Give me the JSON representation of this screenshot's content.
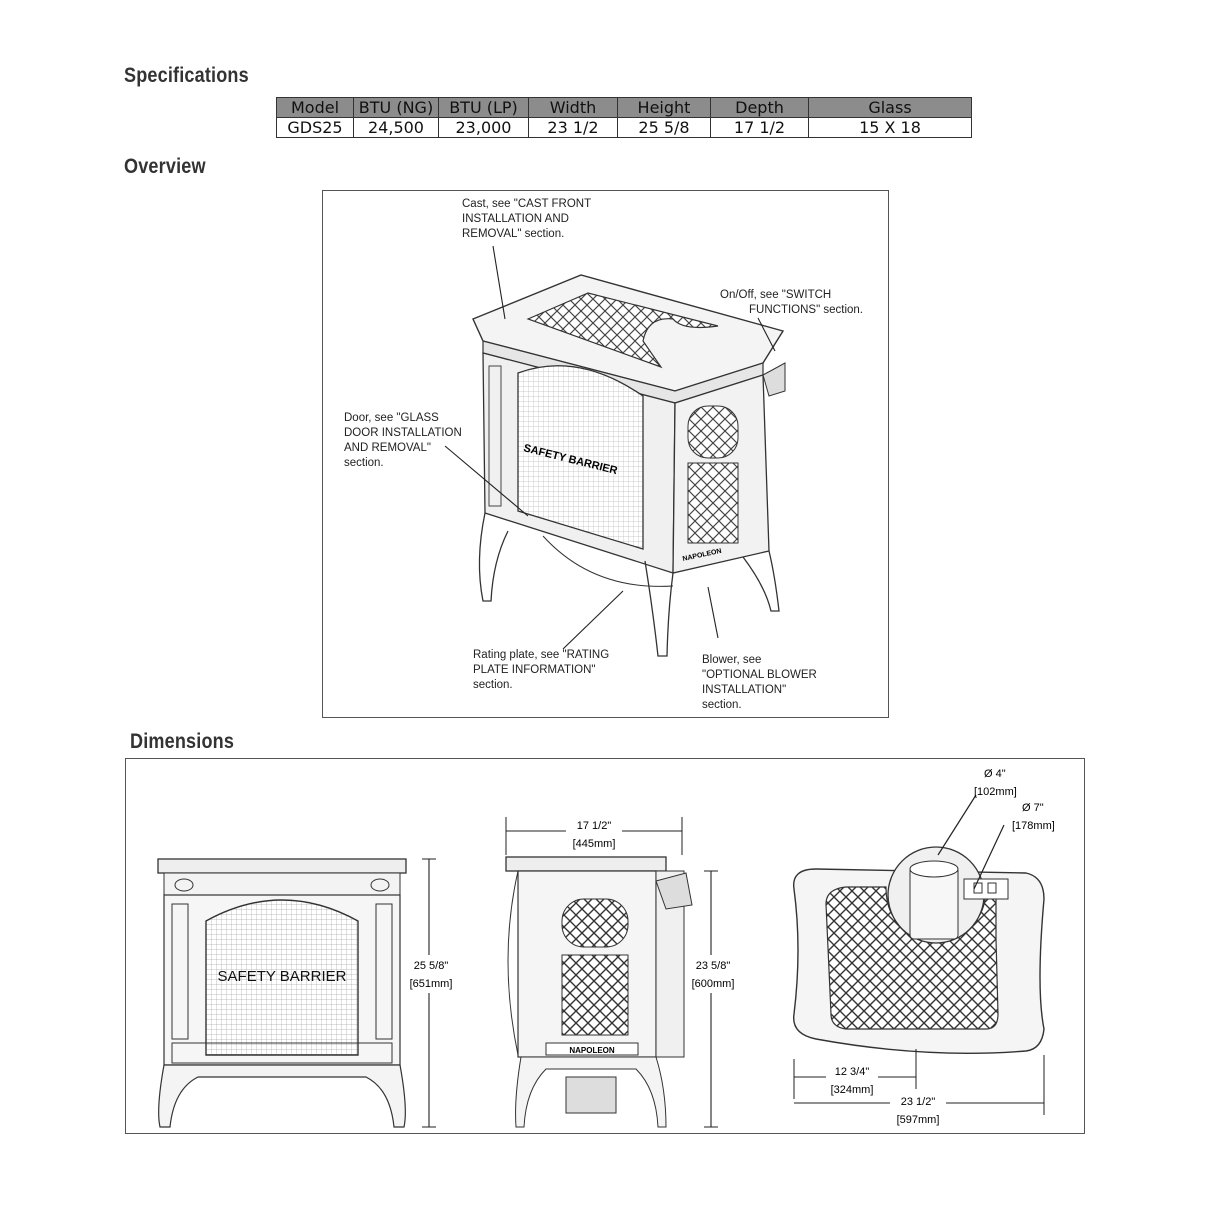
{
  "headings": {
    "specifications": "Specifications",
    "overview": "Overview",
    "dimensions": "Dimensions"
  },
  "spec_table": {
    "headers": [
      "Model",
      "BTU (NG)",
      "BTU (LP)",
      "Width",
      "Height",
      "Depth",
      "Glass"
    ],
    "row": [
      "GDS25",
      "24,500",
      "23,000",
      "23 1/2",
      "25 5/8",
      "17 1/2",
      "15 X 18"
    ]
  },
  "overview": {
    "callout_cast": [
      "Cast, see \"CAST FRONT",
      "INSTALLATION AND",
      "REMOVAL\" section."
    ],
    "callout_onoff": [
      "On/Off, see \"SWITCH",
      "FUNCTIONS\" section."
    ],
    "callout_door": [
      "Door, see \"GLASS",
      "DOOR INSTALLATION",
      "AND REMOVAL\"",
      "section."
    ],
    "callout_rating": [
      "Rating plate, see \"RATING",
      "PLATE INFORMATION\"",
      "section."
    ],
    "callout_blower": [
      "Blower, see",
      "\"OPTIONAL BLOWER",
      "INSTALLATION\"",
      "section."
    ],
    "safety_barrier": "SAFETY BARRIER",
    "brand": "NAPOLEON"
  },
  "dimensions": {
    "front_safety_barrier": "SAFETY BARRIER",
    "front_height": "25 5/8\"",
    "front_height_mm": "[651mm]",
    "side_width": "17 1/2\"",
    "side_width_mm": "[445mm]",
    "side_height": "23 5/8\"",
    "side_height_mm": "[600mm]",
    "brand": "NAPOLEON",
    "top_flue_inner": "Ø 4\"",
    "top_flue_inner_mm": "[102mm]",
    "top_flue_outer": "Ø 7\"",
    "top_flue_outer_mm": "[178mm]",
    "top_center": "12 3/4\"",
    "top_center_mm": "[324mm]",
    "top_width": "23 1/2\"",
    "top_width_mm": "[597mm]"
  }
}
